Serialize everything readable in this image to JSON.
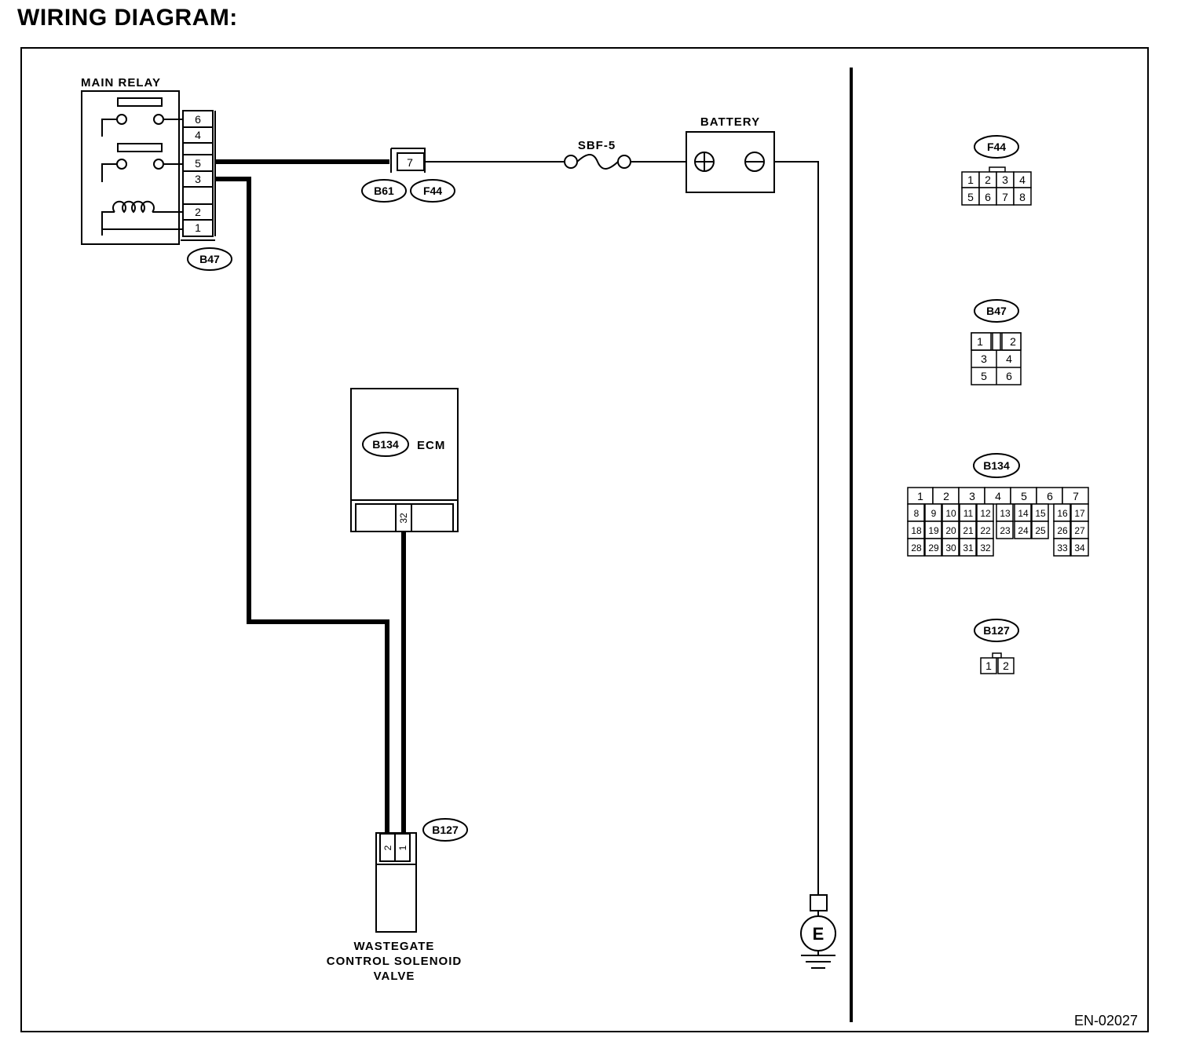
{
  "title": "WIRING DIAGRAM:",
  "figure_id": "EN-02027",
  "components": {
    "main_relay": {
      "label": "MAIN RELAY",
      "connector": "B47",
      "pins": [
        "6",
        "4",
        "5",
        "3",
        "2",
        "1"
      ]
    },
    "battery": {
      "label": "BATTERY",
      "positive": "⊕",
      "negative": "⊖"
    },
    "fuse": {
      "label": "SBF-5"
    },
    "inline_connector": {
      "pin": "7",
      "tags": [
        "B61",
        "F44"
      ]
    },
    "ecm": {
      "label": "ECM",
      "connector": "B134",
      "pin": "32"
    },
    "solenoid": {
      "label_lines": [
        "WASTEGATE",
        "CONTROL SOLENOID",
        "VALVE"
      ],
      "connector": "B127",
      "pins": [
        "2",
        "1"
      ]
    },
    "ground": {
      "label": "E"
    }
  },
  "connector_views": [
    {
      "name": "F44",
      "rows": [
        [
          "1",
          "2",
          "3",
          "4"
        ],
        [
          "5",
          "6",
          "7",
          "8"
        ]
      ]
    },
    {
      "name": "B47",
      "rows": [
        [
          "1",
          "2"
        ],
        [
          "3",
          "4"
        ],
        [
          "5",
          "6"
        ]
      ]
    },
    {
      "name": "B134",
      "rows": [
        [
          "1",
          "2",
          "3",
          "4",
          "5",
          "6",
          "7"
        ],
        [
          "8",
          "9",
          "10",
          "11",
          "12",
          "13",
          "14",
          "15",
          "16",
          "17"
        ],
        [
          "18",
          "19",
          "20",
          "21",
          "22",
          "23",
          "24",
          "25",
          "26",
          "27"
        ],
        [
          "28",
          "29",
          "30",
          "31",
          "32",
          "33",
          "34"
        ]
      ]
    },
    {
      "name": "B127",
      "rows": [
        [
          "1",
          "2"
        ]
      ]
    }
  ]
}
